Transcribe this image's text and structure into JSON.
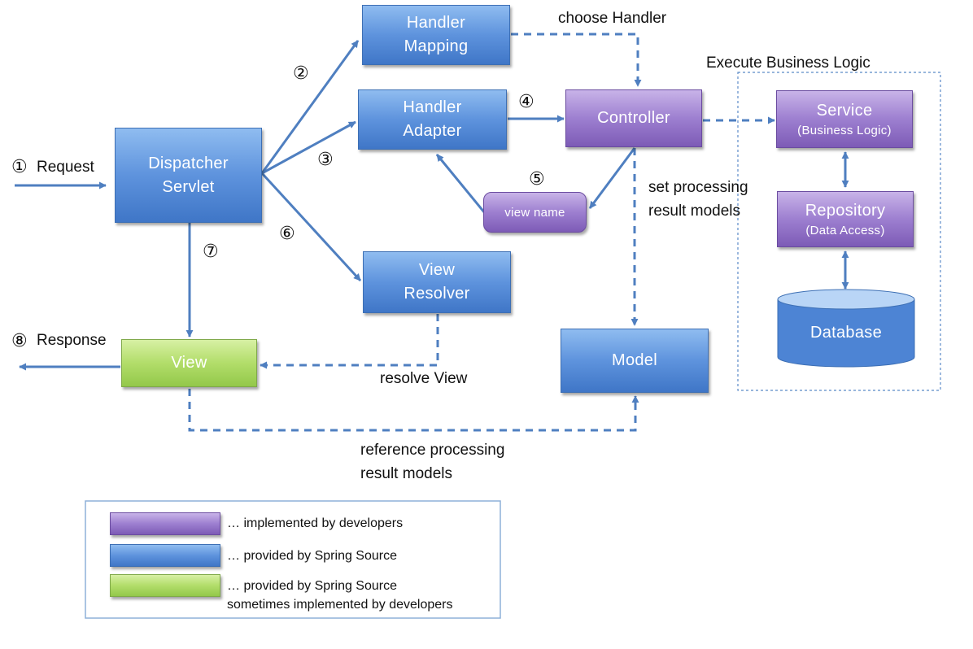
{
  "nodes": {
    "dispatcher": "Dispatcher\nServlet",
    "handler_mapping": "Handler\nMapping",
    "handler_adapter": "Handler\nAdapter",
    "controller": "Controller",
    "view_name": "view name",
    "view_resolver": "View\nResolver",
    "view": "View",
    "model": "Model",
    "service": "Service",
    "service_sub": "(Business Logic)",
    "repository": "Repository",
    "repository_sub": "(Data Access)",
    "database": "Database"
  },
  "labels": {
    "request": "Request",
    "response": "Response",
    "choose_handler": "choose Handler",
    "execute_business_logic": "Execute Business Logic",
    "set_processing": "set processing\nresult models",
    "resolve_view": "resolve View",
    "reference_processing": "reference processing\nresult models"
  },
  "steps": {
    "s1": "①",
    "s2": "②",
    "s3": "③",
    "s4": "④",
    "s5": "⑤",
    "s6": "⑥",
    "s7": "⑦",
    "s8": "⑧"
  },
  "legend": {
    "items": [
      {
        "color": "#9d7fd0",
        "text": "… implemented by developers"
      },
      {
        "color": "#5e93dd",
        "text": "… provided by Spring Source"
      },
      {
        "color": "#b2dd6a",
        "text": "… provided by Spring Source\nsometimes implemented by developers"
      }
    ]
  },
  "colors": {
    "arrow": "#4f7fc0",
    "blue_box": "#5e93dd",
    "purple_box": "#9d7fd0",
    "green_box": "#b2dd6a"
  }
}
